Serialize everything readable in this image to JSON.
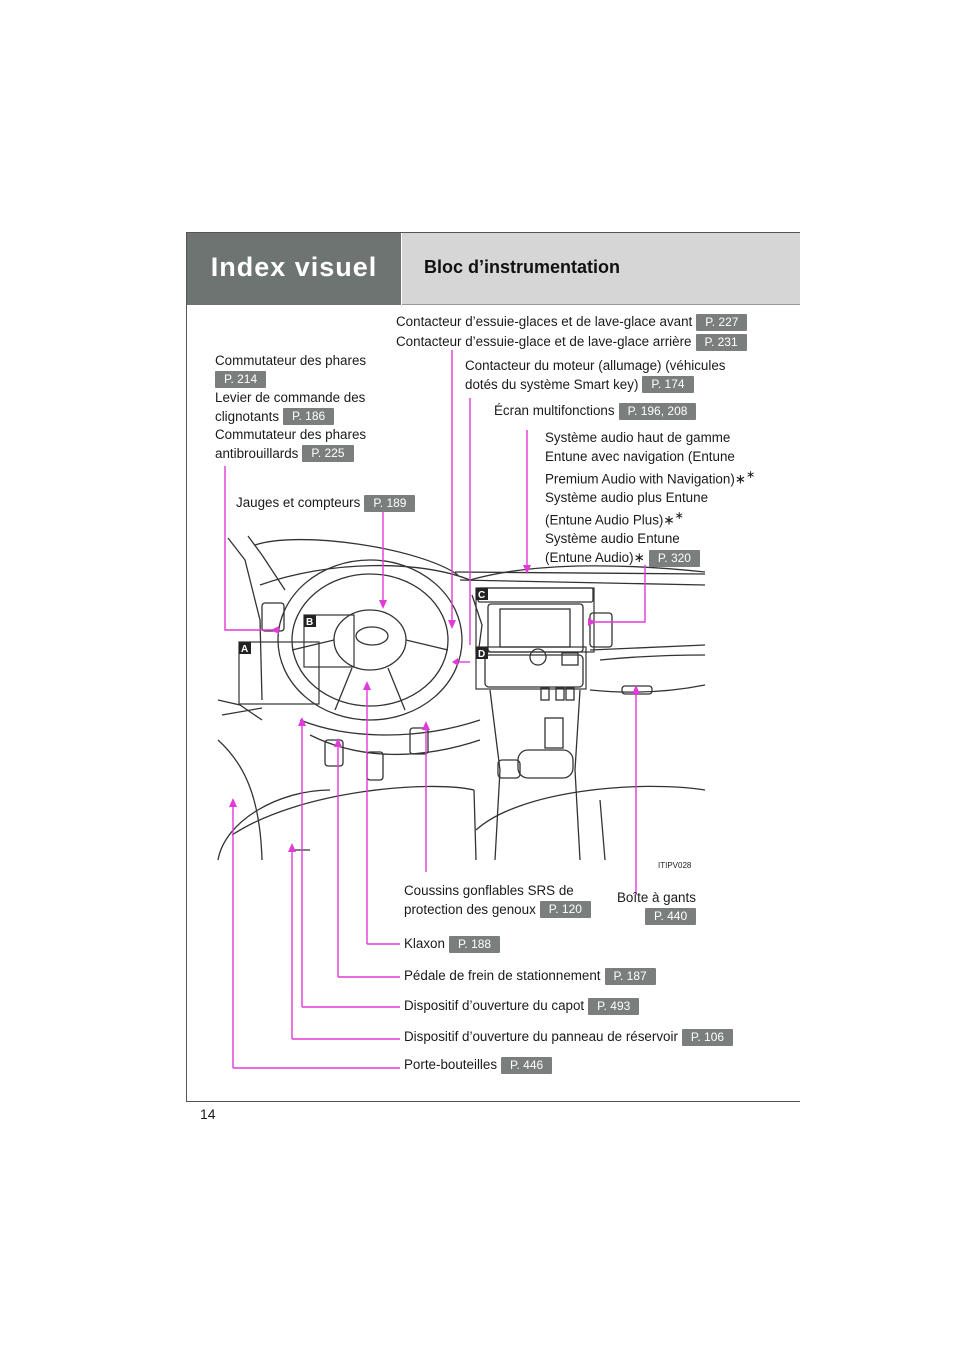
{
  "header": {
    "section": "Index visuel",
    "subtitle": "Bloc d’instrumentation"
  },
  "labels": {
    "wiper_front": "Contacteur d’essuie-glaces et de lave-glace avant",
    "wiper_front_ref": "P. 227",
    "wiper_rear": "Contacteur d’essuie-glace et de lave-glace arrière",
    "wiper_rear_ref": "P. 231",
    "headlight_1": "Commutateur des phares",
    "headlight_ref": "P. 214",
    "turn_1": "Levier de commande des",
    "turn_2": "clignotants",
    "turn_ref": "P. 186",
    "fog_1": "Commutateur des phares",
    "fog_2": "antibrouillards",
    "fog_ref": "P. 225",
    "engine_1": "Contacteur du moteur (allumage) (véhicules",
    "engine_2": "dotés du système Smart key)",
    "engine_ref": "P. 174",
    "multi": "Écran multifonctions",
    "multi_ref": "P. 196, 208",
    "audio_1": "Système audio haut de gamme",
    "audio_2": "Entune avec navigation (Entune",
    "audio_3": "Premium Audio with Navigation)",
    "audio_4": "Système audio plus Entune",
    "audio_5": "(Entune Audio Plus)",
    "audio_6": "Système audio Entune",
    "audio_7": "(Entune Audio)",
    "audio_ref": "P. 320",
    "gauges": "Jauges et compteurs",
    "gauges_ref": "P. 189",
    "knee_1": "Coussins gonflables SRS de",
    "knee_2": "protection des genoux",
    "knee_ref": "P. 120",
    "glove": "Boîte à gants",
    "glove_ref": "P. 440",
    "horn": "Klaxon",
    "horn_ref": "P. 188",
    "parking": "Pédale de frein de stationnement",
    "parking_ref": "P. 187",
    "hood": "Dispositif d’ouverture du capot",
    "hood_ref": "P. 493",
    "fuel": "Dispositif d’ouverture du panneau de réservoir",
    "fuel_ref": "P. 106",
    "bottle": "Porte-bouteilles",
    "bottle_ref": "P. 446",
    "asterisk": "∗"
  },
  "figure": {
    "code": "ITIPV028",
    "letters": [
      "A",
      "B",
      "C",
      "D"
    ]
  },
  "page_number": "14"
}
